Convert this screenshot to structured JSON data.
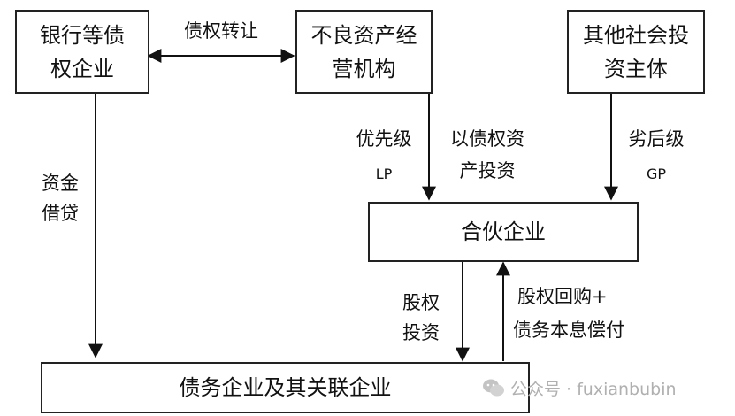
{
  "nodes": {
    "bank": "银行等债权企业",
    "npl_agency": "不良资产经营机构",
    "other_investor": "其他社会投资主体",
    "partnership": "合伙企业",
    "debtor": "债务企业及其关联企业"
  },
  "edges": {
    "transfer": "债权转让",
    "loan": "资金借贷",
    "senior_a": "优先级",
    "senior_b": "LP",
    "invest_a": "以债权资",
    "invest_b": "产投资",
    "junior_a": "劣后级",
    "junior_b": "GP",
    "equity": "股权投资",
    "buyback_a": "股权回购+",
    "buyback_b": "债务本息偿付"
  },
  "watermark": "公众号 · fuxianbubin"
}
